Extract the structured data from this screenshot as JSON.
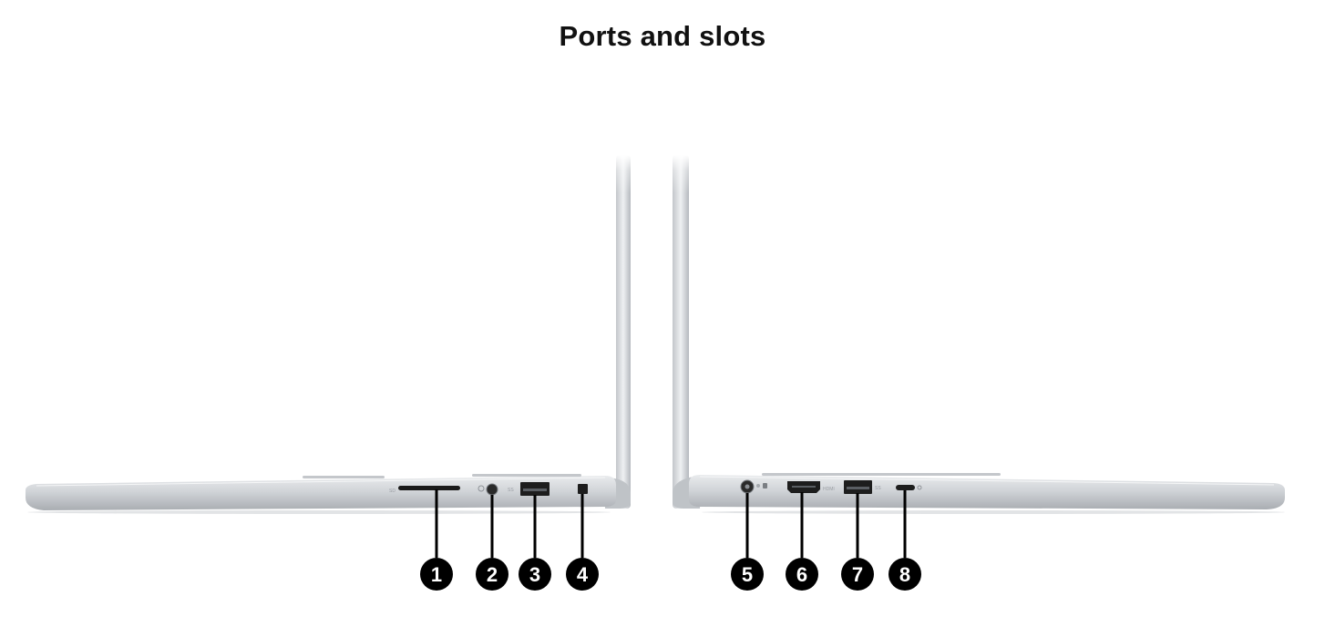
{
  "header": {
    "title": "Ports and slots"
  },
  "laptop_left": {
    "port_labels": {
      "sd": "SD",
      "usb": "SS"
    },
    "callouts": [
      "1",
      "2",
      "3",
      "4"
    ]
  },
  "laptop_right": {
    "port_labels": {
      "hdmi": "HDMI",
      "usb": "SS"
    },
    "callouts": [
      "5",
      "6",
      "7",
      "8"
    ]
  },
  "colors": {
    "chassis": "#c9ccd0",
    "chassis_dark": "#a7abb0",
    "port": "#1a1a1a",
    "callout": "#000000",
    "callout_text": "#ffffff"
  }
}
